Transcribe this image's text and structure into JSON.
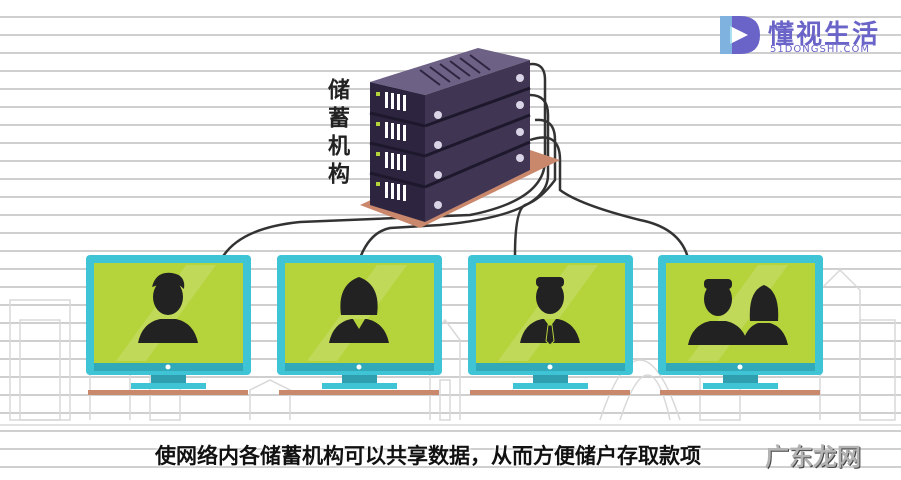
{
  "logo": {
    "brand_name": "懂视生活",
    "brand_domain": "51DONGSHI.COM"
  },
  "server": {
    "label": "储蓄机构"
  },
  "caption": {
    "text": "使网络内各储蓄机构可以共享数据，从而方便储户存取款项"
  },
  "watermark": {
    "text": "广东龙网"
  },
  "icons": {
    "logo_mark": "play-d-logo-icon",
    "server": "server-rack-icon",
    "users": [
      "user-male-icon",
      "user-female-icon",
      "user-male-tie-icon",
      "user-couple-icon"
    ]
  },
  "colors": {
    "screen": "#b5d33b",
    "monitor_frame": "#3fc4d6",
    "server_body": "#403654",
    "server_base": "#c9876c",
    "logo": "#6a64c8"
  }
}
